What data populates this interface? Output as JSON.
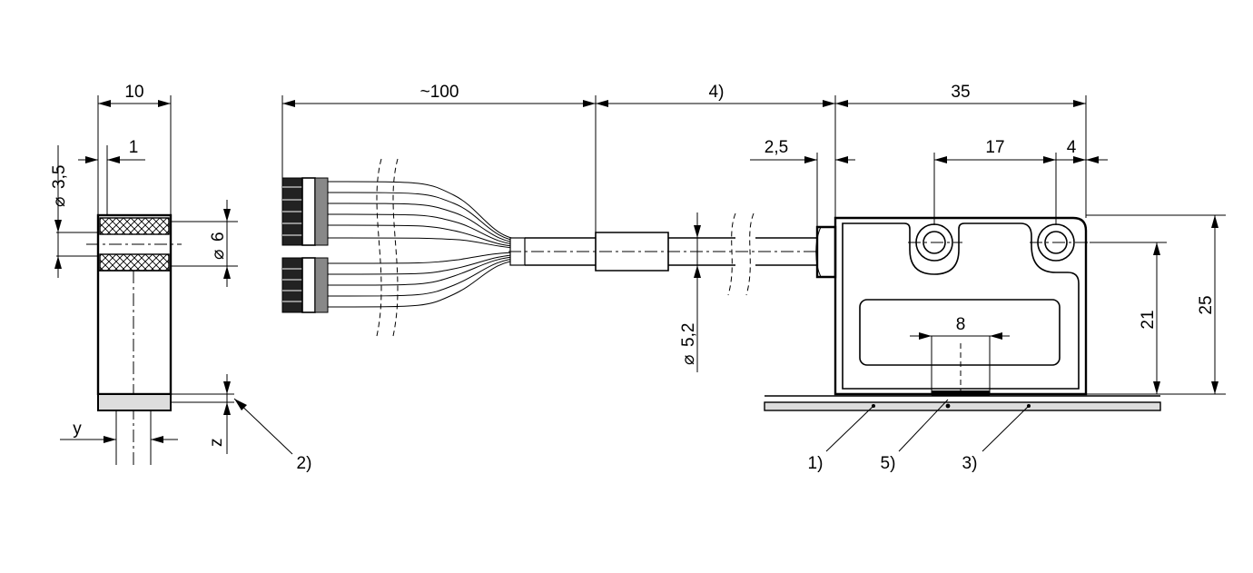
{
  "dimensions": {
    "side_width": "10",
    "side_wall": "1",
    "bore_small": "3,5",
    "bore_large": "6",
    "lead_length": "~100",
    "cable_length": "4)",
    "housing_width": "35",
    "cable_offset": "2,5",
    "hole_spacing": "17",
    "hole_edge": "4",
    "housing_height": "25",
    "hole_height": "21",
    "cable_diameter": "5,2",
    "sensing_width": "8",
    "axis_y": "y",
    "axis_z": "z"
  },
  "callouts": {
    "c1": "1)",
    "c2": "2)",
    "c3": "3)",
    "c5": "5)"
  },
  "symbols": {
    "diameter": "⌀"
  }
}
